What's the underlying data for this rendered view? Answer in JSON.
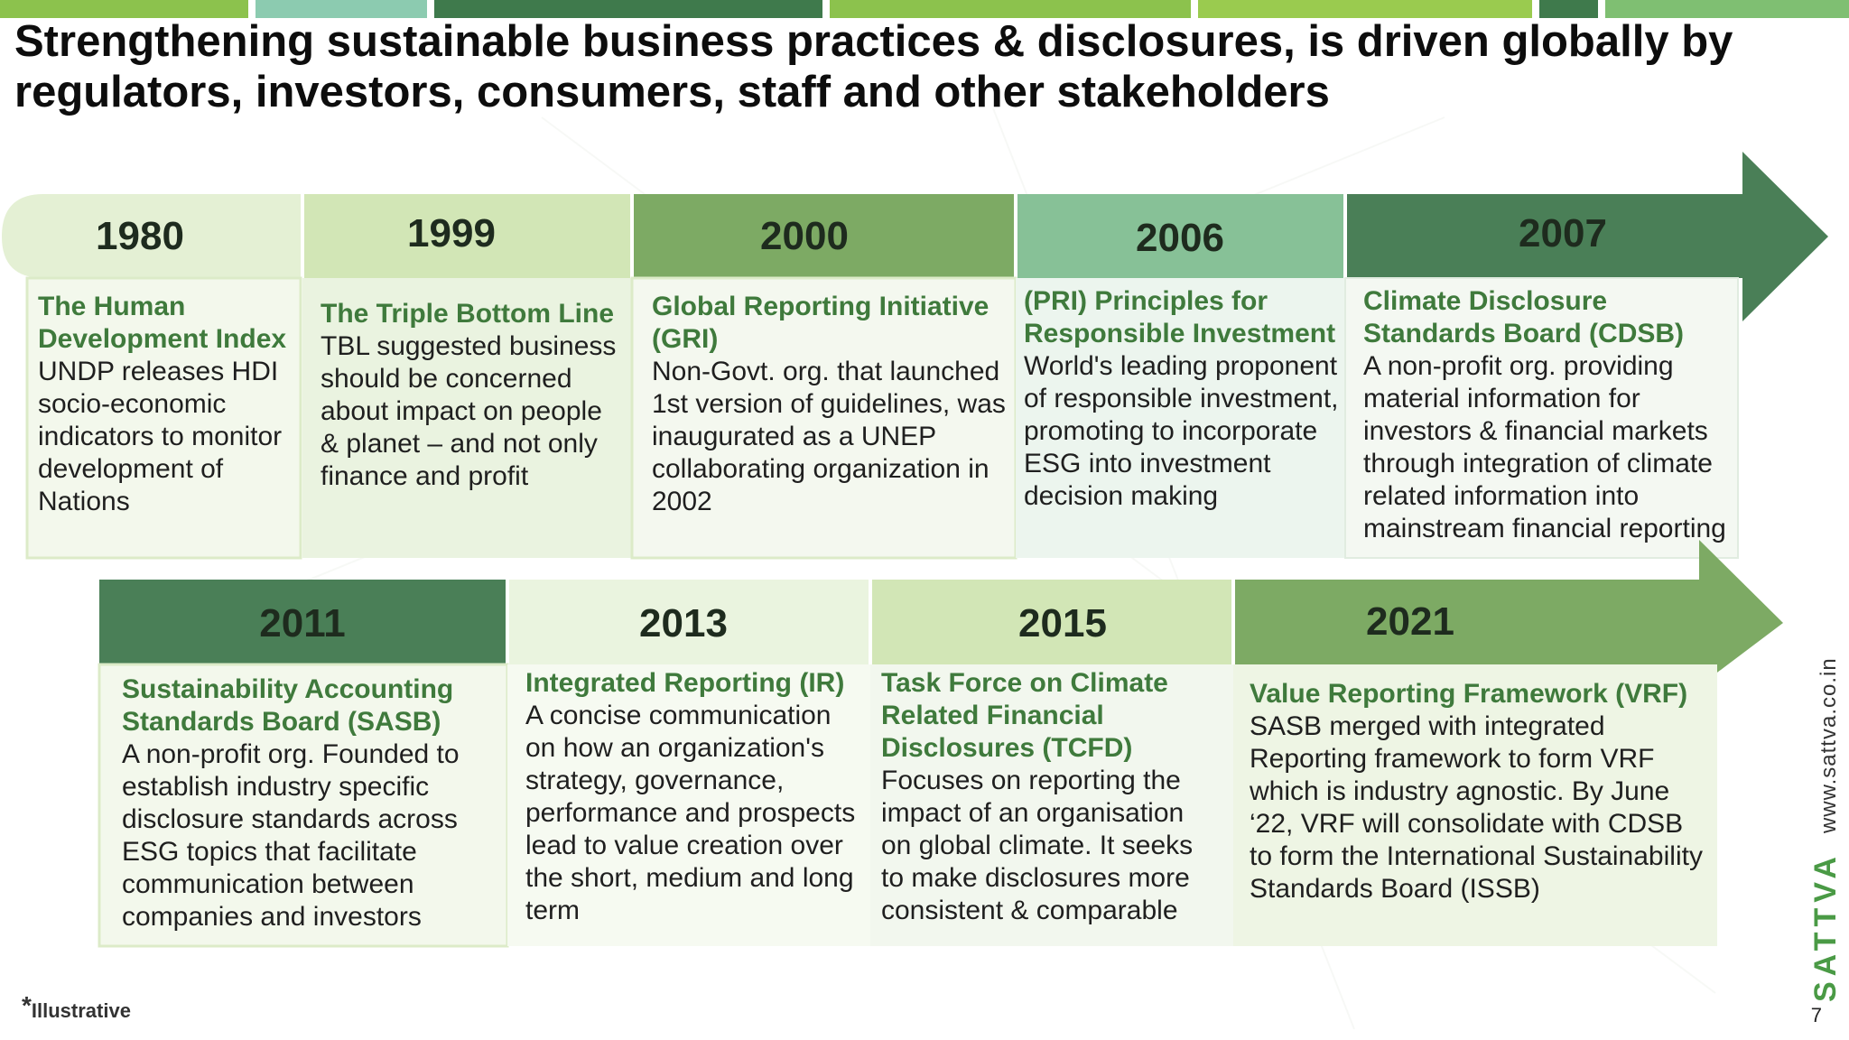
{
  "title": "Strengthening sustainable business practices & disclosures, is driven globally by regulators, investors, consumers, staff and other stakeholders",
  "timeline_row1": [
    {
      "year": "1980",
      "title": "The Human Development Index",
      "desc": "UNDP releases HDI socio-economic indicators to monitor development of Nations"
    },
    {
      "year": "1999",
      "title": "The Triple Bottom Line",
      "desc": "TBL suggested business should be concerned about impact on people & planet – and not only finance and profit"
    },
    {
      "year": "2000",
      "title": "Global Reporting Initiative (GRI)",
      "desc": "Non-Govt. org. that launched 1st version of guidelines, was inaugurated as a UNEP collaborating organization in 2002"
    },
    {
      "year": "2006",
      "title": "(PRI) Principles for Responsible Investment",
      "desc": "World's leading proponent of responsible investment, promoting to incorporate ESG into investment decision making"
    },
    {
      "year": "2007",
      "title": "Climate Disclosure Standards Board (CDSB)",
      "desc": "A non-profit org. providing material information for investors & financial markets through integration of climate related information into mainstream financial reporting"
    }
  ],
  "timeline_row2": [
    {
      "year": "2011",
      "title": "Sustainability Accounting Standards Board (SASB)",
      "desc": "A non-profit org. Founded to establish industry specific disclosure standards across ESG topics that facilitate communication between companies and investors"
    },
    {
      "year": "2013",
      "title": "Integrated Reporting (IR)",
      "desc": "A concise communication on how an organization's strategy, governance, performance and prospects lead to value creation over the short, medium and long term"
    },
    {
      "year": "2015",
      "title": "Task Force on Climate Related Financial Disclosures (TCFD)",
      "desc": "Focuses on reporting the impact of an organisation on global climate. It seeks to make disclosures more consistent & comparable"
    },
    {
      "year": "2021",
      "title": "Value Reporting Framework (VRF)",
      "desc": "SASB merged with integrated Reporting framework to form VRF which is industry agnostic. By June ‘22, VRF will consolidate with CDSB to form the International Sustainability Standards Board (ISSB)"
    }
  ],
  "footnote": {
    "star": "*",
    "text": "Illustrative"
  },
  "page_number": "7",
  "brand": {
    "logo_text": "SATTVA",
    "url": "www.sattva.co.in"
  },
  "colors": {
    "dark_green": "#4a7f57",
    "mid_green": "#7daa64",
    "light_green": "#d2e6b6",
    "pale_green": "#e3efd2",
    "teal_green": "#87c197",
    "title_green": "#3f7a3c"
  }
}
